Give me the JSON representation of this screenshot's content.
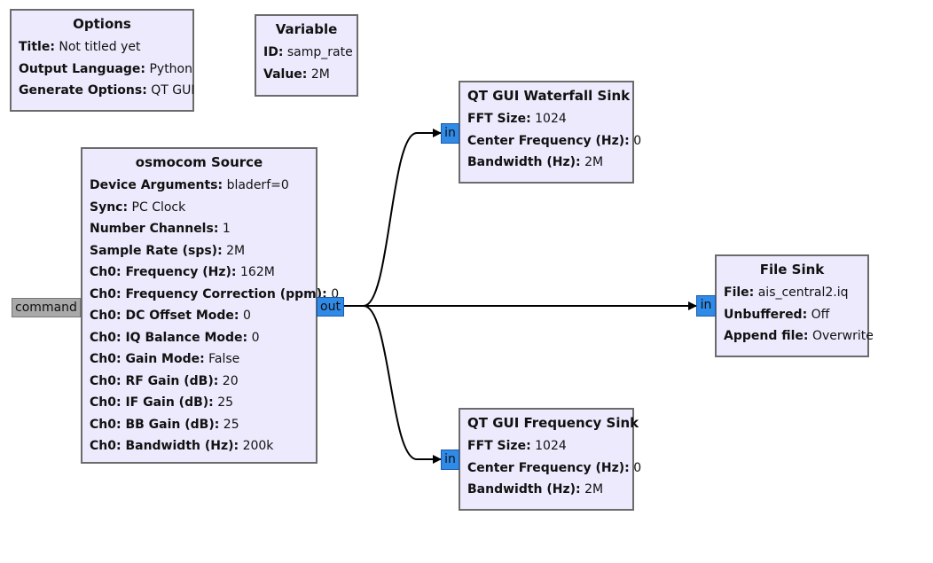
{
  "blocks": {
    "options": {
      "title": "Options",
      "params": [
        {
          "key": "Title:",
          "value": "Not titled yet"
        },
        {
          "key": "Output Language:",
          "value": "Python"
        },
        {
          "key": "Generate Options:",
          "value": "QT GUI"
        }
      ]
    },
    "variable": {
      "title": "Variable",
      "params": [
        {
          "key": "ID:",
          "value": "samp_rate"
        },
        {
          "key": "Value:",
          "value": "2M"
        }
      ]
    },
    "osmocom_source": {
      "title": "osmocom Source",
      "params": [
        {
          "key": "Device Arguments:",
          "value": "bladerf=0"
        },
        {
          "key": "Sync:",
          "value": "PC Clock"
        },
        {
          "key": "Number Channels:",
          "value": "1"
        },
        {
          "key": "Sample Rate (sps):",
          "value": "2M"
        },
        {
          "key": "Ch0: Frequency (Hz):",
          "value": "162M"
        },
        {
          "key": "Ch0: Frequency Correction (ppm):",
          "value": "0"
        },
        {
          "key": "Ch0: DC Offset Mode:",
          "value": "0"
        },
        {
          "key": "Ch0: IQ Balance Mode:",
          "value": "0"
        },
        {
          "key": "Ch0: Gain Mode:",
          "value": "False"
        },
        {
          "key": "Ch0: RF Gain (dB):",
          "value": "20"
        },
        {
          "key": "Ch0: IF Gain (dB):",
          "value": "25"
        },
        {
          "key": "Ch0: BB Gain (dB):",
          "value": "25"
        },
        {
          "key": "Ch0: Bandwidth (Hz):",
          "value": "200k"
        }
      ]
    },
    "waterfall_sink": {
      "title": "QT GUI Waterfall Sink",
      "params": [
        {
          "key": "FFT Size:",
          "value": "1024"
        },
        {
          "key": "Center Frequency (Hz):",
          "value": "0"
        },
        {
          "key": "Bandwidth (Hz):",
          "value": "2M"
        }
      ]
    },
    "file_sink": {
      "title": "File Sink",
      "params": [
        {
          "key": "File:",
          "value": "ais_central2.iq"
        },
        {
          "key": "Unbuffered:",
          "value": "Off"
        },
        {
          "key": "Append file:",
          "value": "Overwrite"
        }
      ]
    },
    "frequency_sink": {
      "title": "QT GUI Frequency Sink",
      "params": [
        {
          "key": "FFT Size:",
          "value": "1024"
        },
        {
          "key": "Center Frequency (Hz):",
          "value": "0"
        },
        {
          "key": "Bandwidth (Hz):",
          "value": "2M"
        }
      ]
    }
  },
  "ports": {
    "command": "command",
    "source_out": "out",
    "waterfall_in": "in",
    "file_in": "in",
    "frequency_in": "in"
  },
  "colors": {
    "block_fill": "#eeeafd",
    "block_border": "#6b6b6b",
    "stream_port": "#2f8ae8",
    "message_port": "#a9a9a9",
    "connection": "#000000"
  }
}
